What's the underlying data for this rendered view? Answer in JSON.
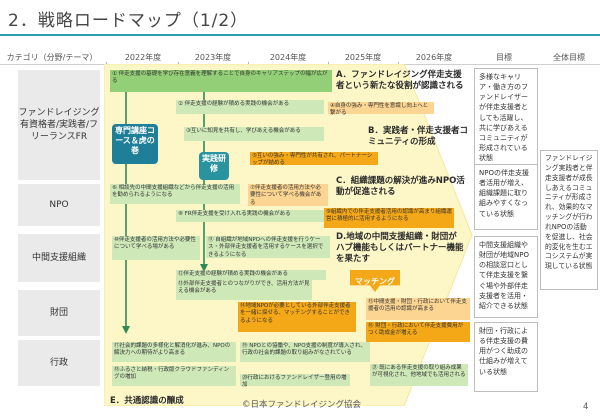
{
  "title": "2．戦略ロードマップ（1/2）",
  "columns": [
    "カテゴリ（分野/テーマ）",
    "2022年度",
    "2023年度",
    "2024年度",
    "2025年度",
    "2026年度",
    "目標",
    "全体目標"
  ],
  "categories": [
    "ファンドレイジング有資格者/実践者/フリーランスFR",
    "NPO",
    "中間支援組織",
    "財団",
    "行政"
  ],
  "headings": {
    "a": "A．ファンドレイジング伴走支援者という新たな役割が認識される",
    "b": "B．実践者・伴走支援者コミュニティの形成",
    "c": "C．組織課題の解決が進みNPO活動が促進される",
    "d": "D.地域の中間支援組織・財団がハブ機能もしくはパートナー機能を果たす",
    "e": "E．共通認識の醸成"
  },
  "boxes": {
    "course": "専門講座コース＆虎の巻",
    "practice": "実践研修",
    "matching": "マッチング"
  },
  "items": {
    "g1": "① 伴走支援の基礎を学び存在意義を理解することで自身のキャリアステップの幅が広がる",
    "g2": "② 伴走支援の経験が積める実践の機会がある",
    "g3": "③互いに知見を共有し、学びあえる機会がある",
    "o4": "④自身の強み・専門性を意識し向上へと繋がる",
    "o5": "⑤互いの強み・専門性が共有され、パートナーシップが結める",
    "g6": "⑥ 相談先の中間支援組織などから伴走支援の活用を勧められるようになる",
    "o7": "⑦伴走支援者の活用方法や必要性について学べる機会がある",
    "g8": "⑧ FR伴走支援を受け入れる実践の機会がある",
    "o9": "⑨組織内での伴走支援者活用の認識が高まり組織運営に積極的に活用するようになる",
    "g10": "⑩伴走支援者の活用方法や必要性について学べる場がある",
    "g11": "⑪ 自組織が地域NPOへの伴走支援を行うケース・外部伴走支援者を活用するケースを選択できるようになる",
    "g12": "⑫伴走支援の経験が積める実践の機会がある",
    "g13": "⑬外部伴走支援者とのつながりができ、活用方法が見える機会がある",
    "o14": "⑭地域NPOが必要としている外部伴走支援者を一緒に探せる、マッチングすることができるようになる",
    "o15": "⑮中間支援・財団・行政において伴走支援者の活用の認識が高まる",
    "o16": "⑯ 財団・行政において伴走支援費用がつく助成金が増える",
    "g17": "⑰社会的課題の多様化と解消化が進み、NPOの解決力への期待がより高まる",
    "g18": "⑱ふるさと納税・行政版クラウドファンディングの増加",
    "g19": "⑲ NPOとの協働や、NPO支援の制度が導入され、行政の社会的課題の取り組みがなされている",
    "g20": "⑳行政におけるファンドレイザー登用の増加",
    "g21": "㉑ 既にある伴走支援の取り組み成果が可視化され、他地域でも活用される"
  },
  "goals": [
    "多様なキャリア・働き方のファンドレイザーが伴走支援者としても活躍し、共に学びあえるコミュニティが形成されている状態",
    "NPOの伴走支援者活用が増え、組織課題に取り組みやすくなっている状態",
    "中間支援組織や財団が地域NPOの相談窓口として伴走支援を繋ぐ場や外部伴走支援者を活用・紹介できる状態",
    "財団・行政による伴走支援の費用がつく助成の仕組みが増えている状態"
  ],
  "overall_goal": "ファンドレイジング実践者と伴走支援者が成長しあえるコミュニティが形成され、効果的なマッチングが行われNPOの活動を促進し、社会的変化を生むエコシステムが実現している状態",
  "footer": "©日本ファンドレイジング協会",
  "page_number": "4"
}
